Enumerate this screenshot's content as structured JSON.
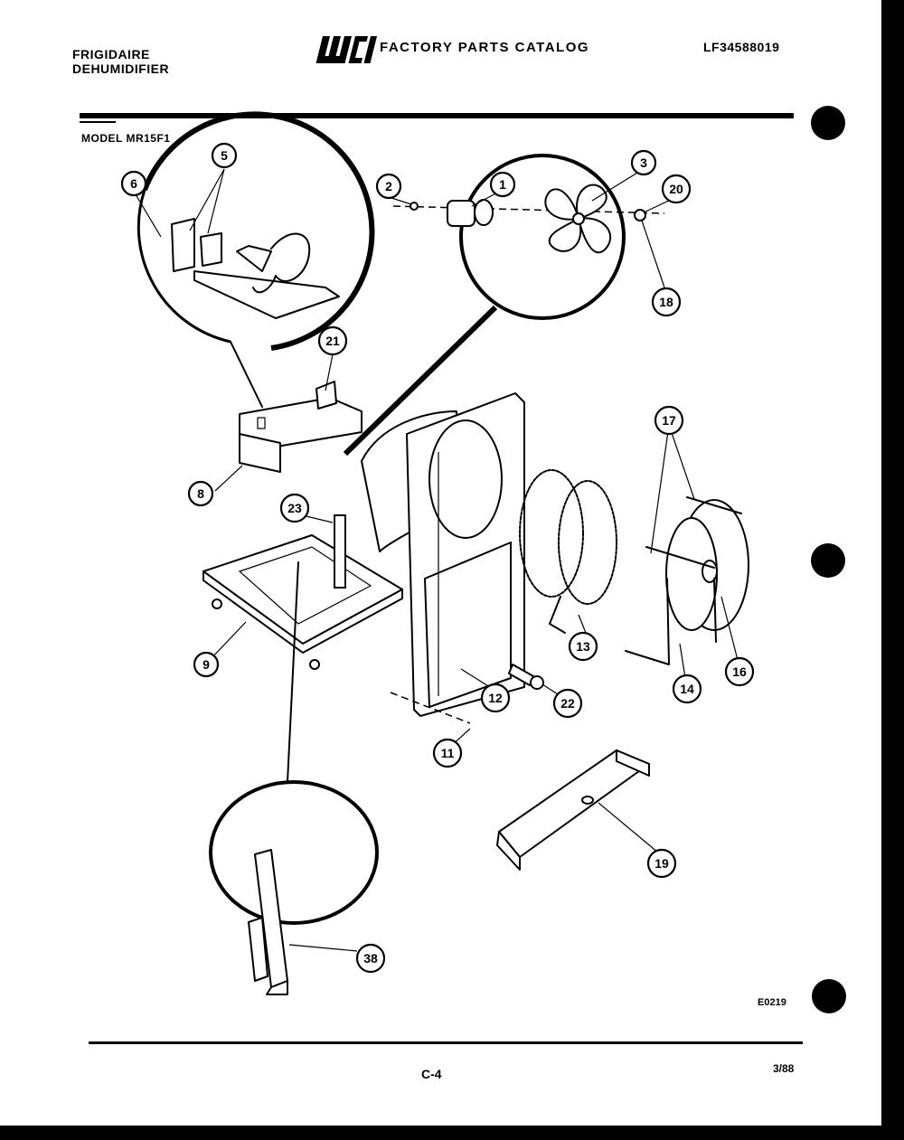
{
  "header": {
    "brand_line1": "FRIGIDAIRE",
    "brand_line2": "DEHUMIDIFIER",
    "logo_text": "WCI",
    "catalog_title": "FACTORY PARTS CATALOG",
    "catalog_number": "LF34588019"
  },
  "model_label": "MODEL MR15F1",
  "callouts": [
    "1",
    "2",
    "3",
    "5",
    "6",
    "8",
    "9",
    "11",
    "12",
    "13",
    "14",
    "16",
    "17",
    "18",
    "19",
    "20",
    "21",
    "22",
    "23",
    "38"
  ],
  "footer": {
    "drawing_code": "E0219",
    "page_number": "C-4",
    "date_code": "3/88"
  },
  "colors": {
    "ink": "#000000",
    "paper": "#ffffff",
    "background": "#000000"
  }
}
